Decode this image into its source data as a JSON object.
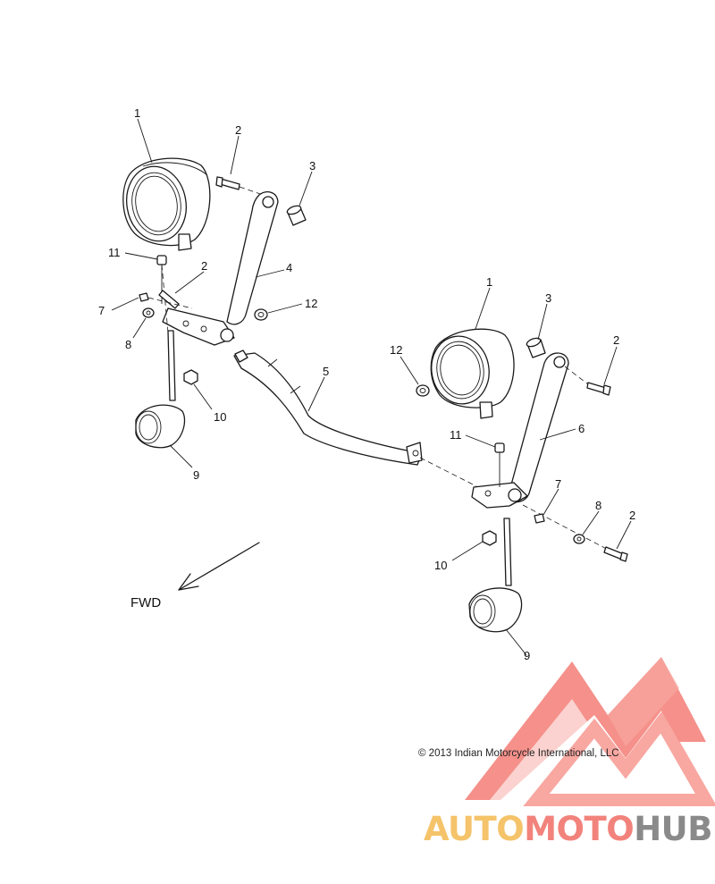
{
  "labels": {
    "l1a": "1",
    "l1b": "1",
    "l2a": "2",
    "l2b": "2",
    "l2c": "2",
    "l2d": "2",
    "l3a": "3",
    "l3b": "3",
    "l4": "4",
    "l5": "5",
    "l6": "6",
    "l7a": "7",
    "l7b": "7",
    "l8a": "8",
    "l8b": "8",
    "l9a": "9",
    "l9b": "9",
    "l10a": "10",
    "l10b": "10",
    "l11a": "11",
    "l11b": "11",
    "l12a": "12",
    "l12b": "12"
  },
  "fwd_label": "FWD",
  "copyright": "© 2013 Indian Motorcycle International, LLC",
  "watermark": {
    "part1": "AUTO",
    "part2": "MOTO",
    "part3": "HUB",
    "colors": {
      "auto": "#f5c36a",
      "moto": "#f2837c",
      "hub": "#8a8a8a",
      "logo": "#f26b63"
    }
  }
}
